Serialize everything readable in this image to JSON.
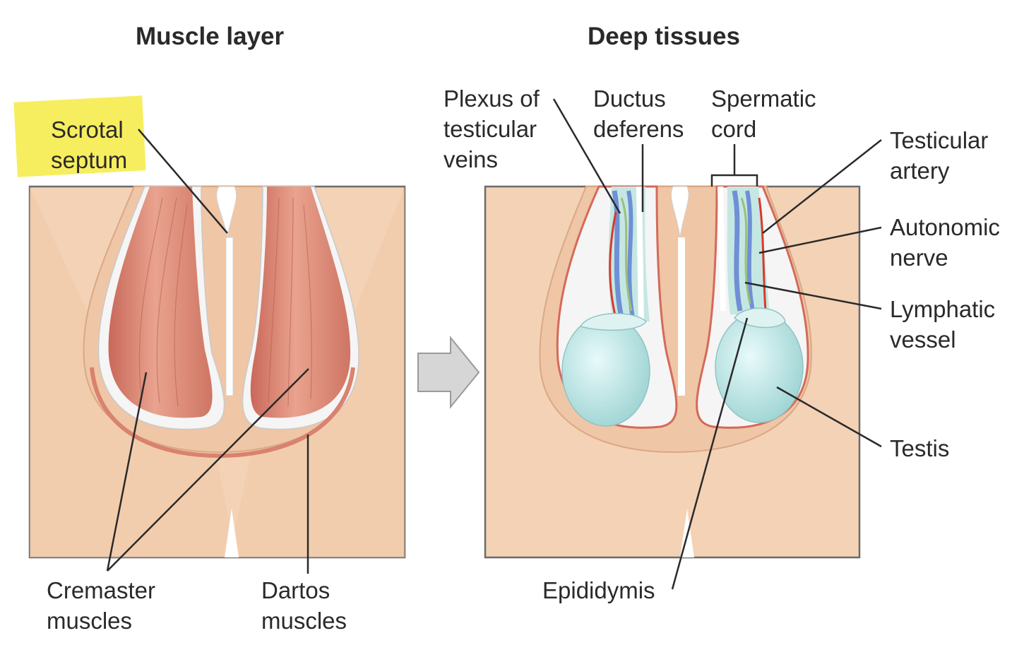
{
  "titles": {
    "left": "Muscle layer",
    "right": "Deep tissues"
  },
  "labels": {
    "scrotal_septum": "Scrotal\nseptum",
    "cremaster_muscles": "Cremaster\nmuscles",
    "dartos_muscles": "Dartos\nmuscles",
    "plexus_testicular_veins": "Plexus of\ntesticular\nveins",
    "ductus_deferens": "Ductus\ndeferens",
    "spermatic_cord": "Spermatic\ncord",
    "testicular_artery": "Testicular\nartery",
    "autonomic_nerve": "Autonomic\nnerve",
    "lymphatic_vessel": "Lymphatic\nvessel",
    "testis": "Testis",
    "epididymis": "Epididymis"
  },
  "colors": {
    "skin": "#f3cfb0",
    "skin_dark": "#e6b791",
    "muscle": "#e59580",
    "muscle_dark": "#c9685a",
    "fascia": "#f4f4f4",
    "testis": "#c7ecec",
    "vein": "#6f8fd6",
    "artery": "#d83a2a",
    "nerve": "#9cc07a",
    "highlight": "#f7ee5f",
    "leader": "#2a2a2a"
  }
}
